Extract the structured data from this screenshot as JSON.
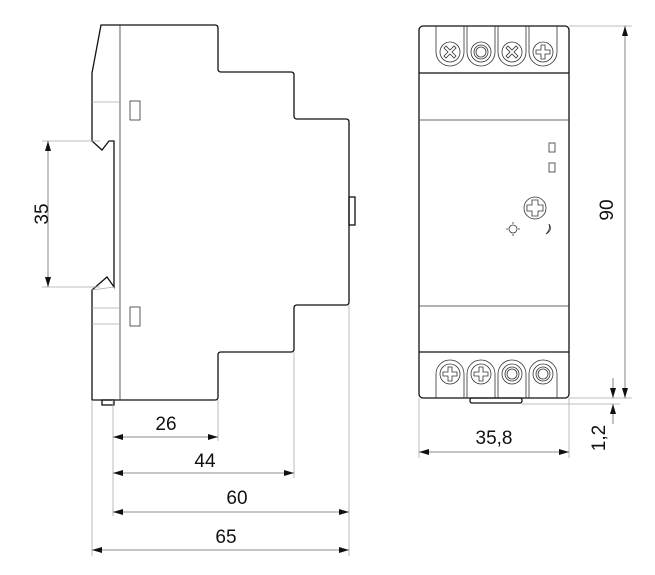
{
  "title": "DIN rail module dimension drawing",
  "side_view": {
    "dimensions": {
      "rail_height": "35",
      "depth_front_step": "26",
      "depth_mid_step": "44",
      "depth_body": "60",
      "depth_total": "65"
    }
  },
  "front_view": {
    "dimensions": {
      "height": "90",
      "width": "35,8",
      "tab": "1,2"
    },
    "top_terminals": [
      "cross-screw",
      "round",
      "cross-screw",
      "plus-screw"
    ],
    "bottom_terminals": [
      "plus-screw",
      "plus-screw",
      "round",
      "round"
    ]
  }
}
